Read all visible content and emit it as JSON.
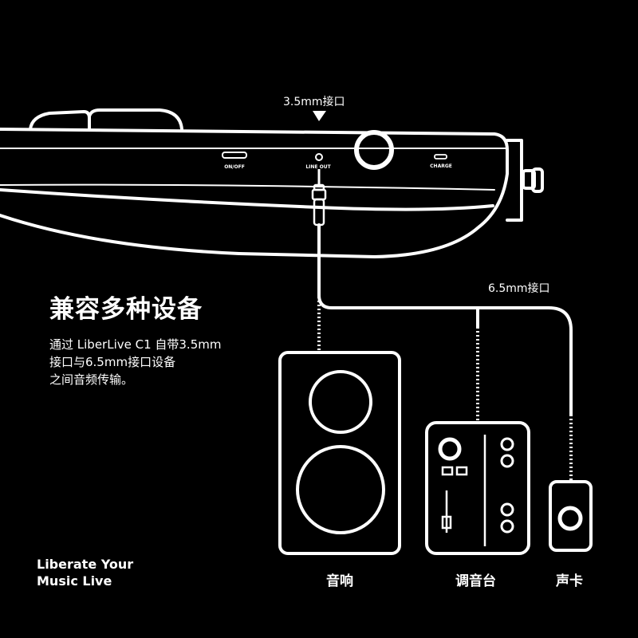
{
  "jacks": {
    "small": "3.5mm接口",
    "large": "6.5mm接口"
  },
  "ports": {
    "power": "ON/OFF",
    "line_out": "LINE OUT",
    "charge": "CHARGE"
  },
  "headline": "兼容多种设备",
  "description": [
    "通过 LiberLive C1 自带3.5mm",
    "接口与6.5mm接口设备",
    "之间音频传输。"
  ],
  "slogan": [
    "Liberate Your",
    "Music Live"
  ],
  "devices": {
    "speaker": "音响",
    "mixer": "调音台",
    "sound_card": "声卡"
  },
  "colors": {
    "background": "#000000",
    "line": "#ffffff"
  }
}
